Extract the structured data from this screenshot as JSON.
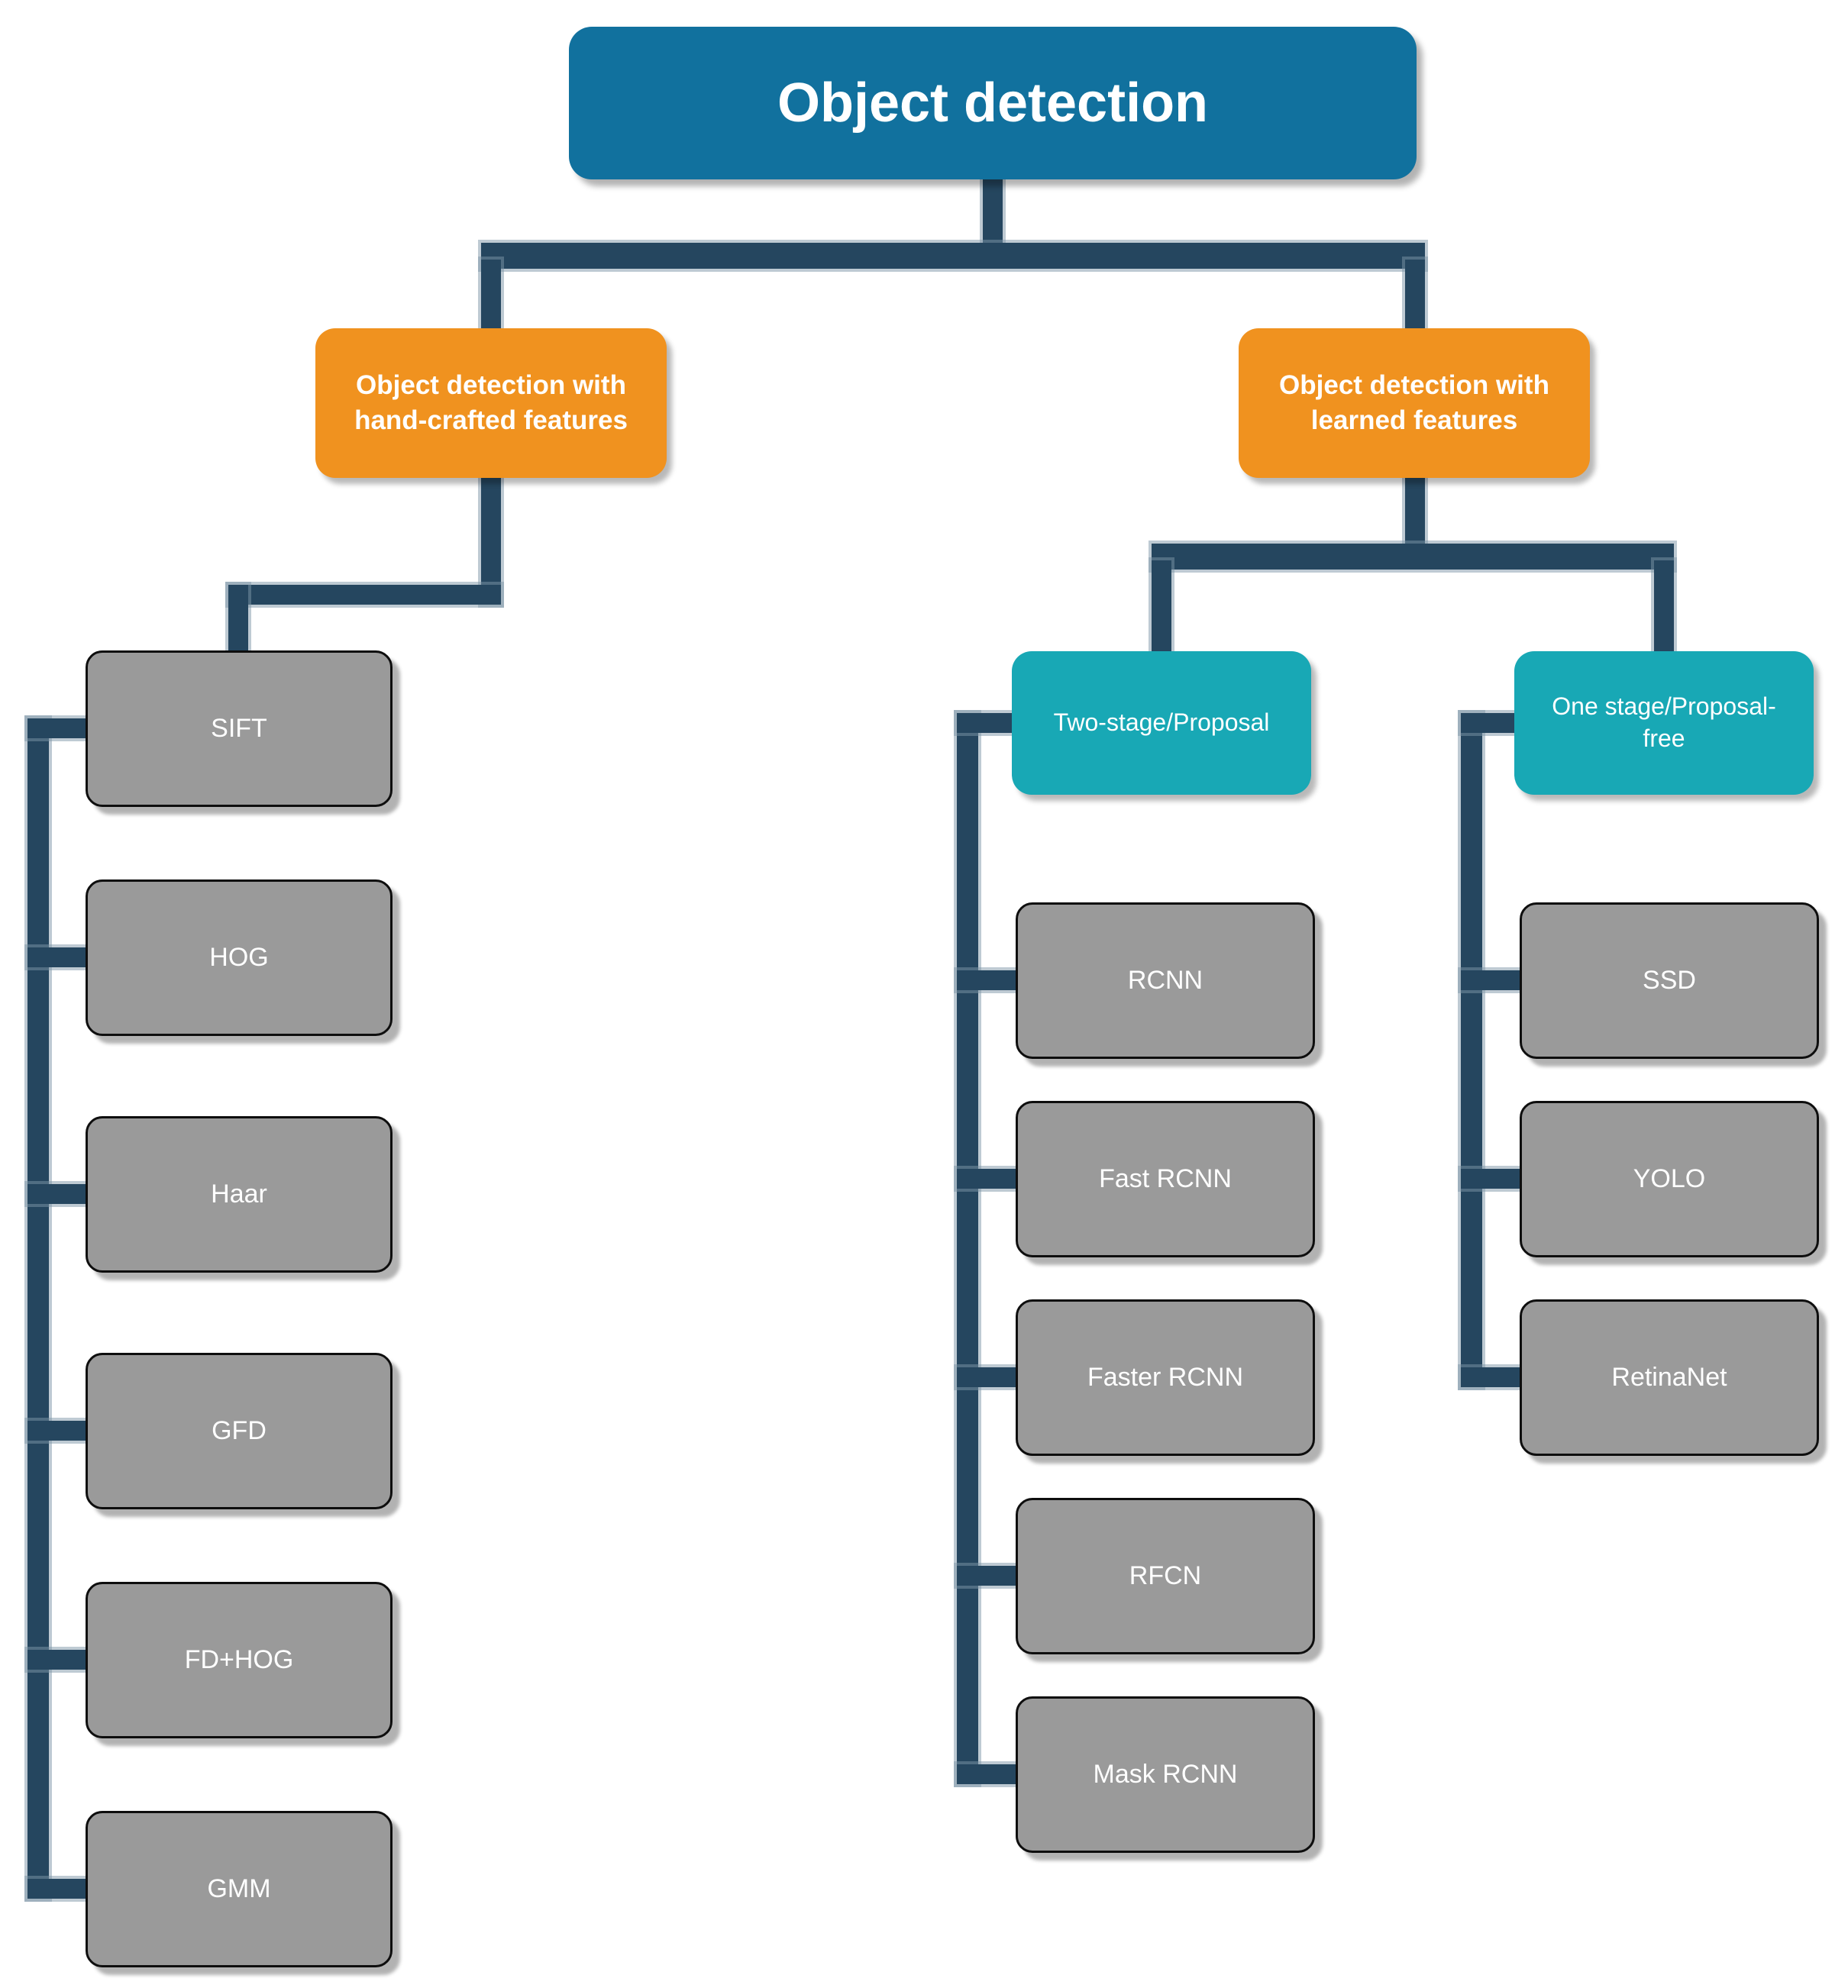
{
  "diagram_title": "Object detection",
  "colors": {
    "root_box": "#11719E",
    "category_box": "#F0921F",
    "subcategory_box": "#18A8B5",
    "leaf_box": "#9A9A9A",
    "leaf_border": "#0E0E0E",
    "connector": "#25465F",
    "connector_edge": "#7E96A8",
    "text": "#FFFFFF",
    "background": "#FFFFFF"
  },
  "nodes": {
    "root": {
      "label": "Object detection"
    },
    "handcrafted": {
      "label": "Object detection with hand-crafted features"
    },
    "learned": {
      "label": "Object detection with learned features"
    },
    "two_stage": {
      "label": "Two-stage/Proposal"
    },
    "one_stage": {
      "label": "One stage/Proposal-free"
    },
    "sift": {
      "label": "SIFT"
    },
    "hog": {
      "label": "HOG"
    },
    "haar": {
      "label": "Haar"
    },
    "gfd": {
      "label": "GFD"
    },
    "fd_hog": {
      "label": "FD+HOG"
    },
    "gmm": {
      "label": "GMM"
    },
    "rcnn": {
      "label": "RCNN"
    },
    "fast_rcnn": {
      "label": "Fast RCNN"
    },
    "faster_rcnn": {
      "label": "Faster RCNN"
    },
    "rfcn": {
      "label": "RFCN"
    },
    "mask_rcnn": {
      "label": "Mask RCNN"
    },
    "ssd": {
      "label": "SSD"
    },
    "yolo": {
      "label": "YOLO"
    },
    "retinanet": {
      "label": "RetinaNet"
    }
  },
  "tree": {
    "root": "Object detection",
    "children": [
      {
        "label": "Object detection with hand-crafted features",
        "children": [
          "SIFT",
          "HOG",
          "Haar",
          "GFD",
          "FD+HOG",
          "GMM"
        ]
      },
      {
        "label": "Object detection with learned features",
        "children": [
          {
            "label": "Two-stage/Proposal",
            "children": [
              "RCNN",
              "Fast RCNN",
              "Faster RCNN",
              "RFCN",
              "Mask RCNN"
            ]
          },
          {
            "label": "One stage/Proposal-free",
            "children": [
              "SSD",
              "YOLO",
              "RetinaNet"
            ]
          }
        ]
      }
    ]
  }
}
